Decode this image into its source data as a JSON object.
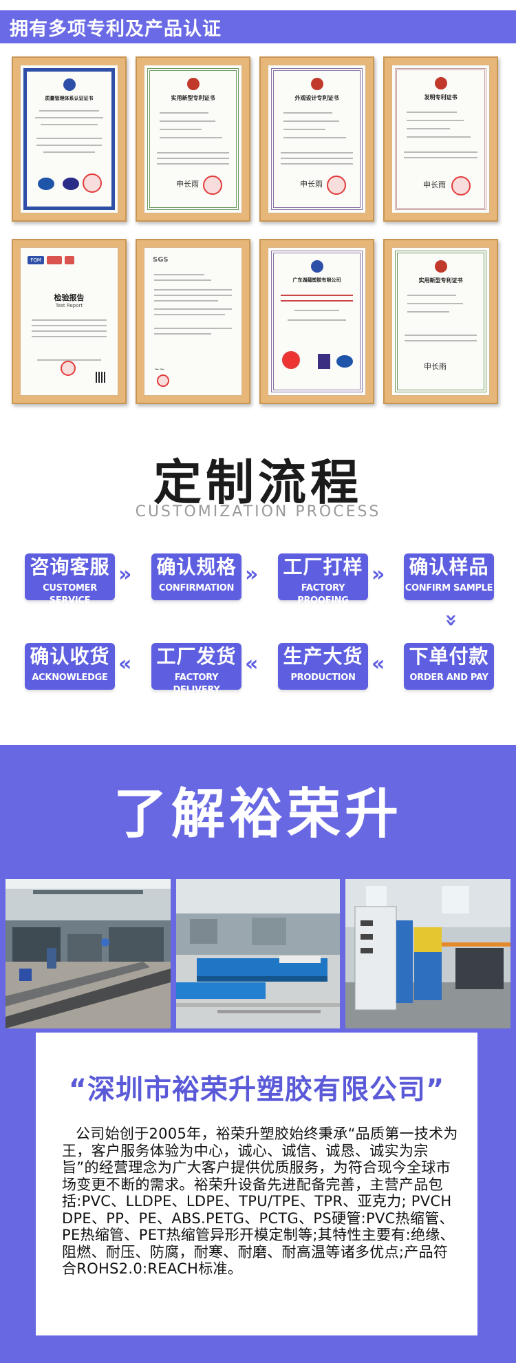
{
  "certificates": {
    "header": "拥有多项专利及产品认证",
    "items": [
      {
        "title": "质量管理体系认证证书"
      },
      {
        "title": "实用新型专利证书"
      },
      {
        "title": "外观设计专利证书"
      },
      {
        "title": "发明专利证书"
      },
      {
        "title": "检验报告",
        "subtitle": "Test Report",
        "logo": "FQM"
      },
      {
        "title": "",
        "logo": "SGS"
      },
      {
        "title": "广东湖蕴塑胶有限公司"
      },
      {
        "title": "实用新型专利证书"
      }
    ]
  },
  "process": {
    "title": "定制流程",
    "subtitle": "CUSTOMIZATION PROCESS",
    "arrow_right": "»",
    "arrow_left": "«",
    "arrow_down": "»",
    "steps": [
      {
        "cn": "咨询客服",
        "en": "CUSTOMER SERVICE"
      },
      {
        "cn": "确认规格",
        "en": "CONFIRMATION"
      },
      {
        "cn": "工厂打样",
        "en": "FACTORY PROOFING"
      },
      {
        "cn": "确认样品",
        "en": "CONFIRM SAMPLE"
      },
      {
        "cn": "下单付款",
        "en": "ORDER AND PAY"
      },
      {
        "cn": "生产大货",
        "en": "PRODUCTION"
      },
      {
        "cn": "工厂发货",
        "en": "FACTORY DELIVERY"
      },
      {
        "cn": "确认收货",
        "en": "ACKNOWLEDGE"
      }
    ]
  },
  "about": {
    "title": "了解裕荣升",
    "company_name": "“深圳市裕荣升塑胶有限公司”",
    "description": "公司始创于2005年，裕荣升塑胶始终秉承“品质第一技术为王，客户服务体验为中心，诚心、诚信、诚恳、诚实为宗旨”的经营理念为广大客户提供优质服务，为符合现今全球市场变更不断的需求。裕荣升设备先进配备完善，主营产品包括:PVC、LLDPE、LDPE、TPU/TPE、TPR、亚克力; PVCHDPE、PP、PE、ABS.PETG、PCTG、PS硬管:PVC热缩管、PE热缩管、PET热缩管异形开模定制等;其特性主要有:绝缘、阻燃、耐压、防腐，耐寒、耐磨、耐高温等诸多优点;产品符合ROHS2.0:REACH标准。",
    "photos": [
      "factory-workshop-photo",
      "extrusion-line-photo",
      "extruder-machine-photo"
    ]
  },
  "colors": {
    "brand": "#6a6ae6",
    "step": "#5e5fe0",
    "frame": "#e7b779",
    "company_name": "#5a5ad8"
  }
}
